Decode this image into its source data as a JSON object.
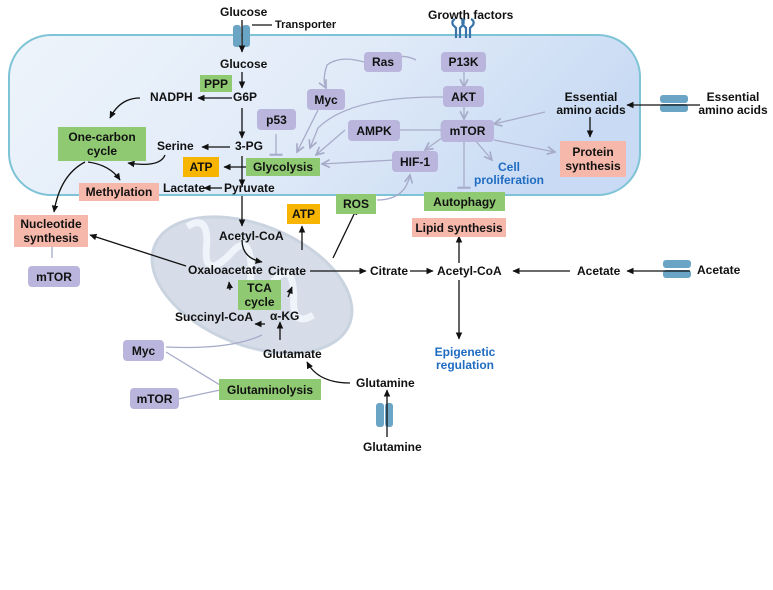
{
  "colors": {
    "pathway_green": "#8fca73",
    "outcome_pink": "#f6b8ab",
    "regulator_purple": "#b9b5dc",
    "energy_yellow": "#f7b400",
    "cell_border": "#7ec3d6",
    "outcome_blue_text": "#1f6cc2"
  },
  "external": {
    "glucose": "Glucose",
    "transporter": "Transporter",
    "growth_factors": "Growth factors",
    "essential_amino_acids": "Essential amino acids",
    "acetate": "Acetate",
    "glutamine": "Glutamine"
  },
  "metabolites": {
    "glucose": "Glucose",
    "g6p": "G6P",
    "nadph": "NADPH",
    "pg3": "3-PG",
    "serine": "Serine",
    "lactate": "Lactate",
    "pyruvate": "Pyruvate",
    "acetyl_coa_mito": "Acetyl-CoA",
    "oxaloacetate": "Oxaloacetate",
    "citrate_mito": "Citrate",
    "succinyl_coa": "Succinyl-CoA",
    "akg": "α-KG",
    "glutamate": "Glutamate",
    "glutamine": "Glutamine",
    "citrate_cyto": "Citrate",
    "acetyl_coa_cyto": "Acetyl-CoA",
    "acetate": "Acetate",
    "essential_amino_acids": "Essential amino acids"
  },
  "pathways": {
    "ppp": "PPP",
    "one_carbon": "One-carbon cycle",
    "glycolysis": "Glycolysis",
    "tca": "TCA cycle",
    "ros": "ROS",
    "autophagy": "Autophagy",
    "glutaminolysis": "Glutaminolysis"
  },
  "outcomes": {
    "methylation": "Methylation",
    "nucleotide_synthesis": "Nucleotide synthesis",
    "protein_synthesis": "Protein synthesis",
    "lipid_synthesis": "Lipid synthesis",
    "cell_proliferation": "Cell proliferation",
    "epigenetic_regulation": "Epigenetic regulation"
  },
  "energy": {
    "atp1": "ATP",
    "atp2": "ATP"
  },
  "regulators": {
    "ras": "Ras",
    "pi3k": "P13K",
    "akt": "AKT",
    "mtor_main": "mTOR",
    "myc_top": "Myc",
    "p53": "p53",
    "ampk": "AMPK",
    "hif1": "HIF-1",
    "mtor_nucleotide": "mTOR",
    "myc_bottom": "Myc",
    "mtor_glutaminolysis": "mTOR"
  }
}
